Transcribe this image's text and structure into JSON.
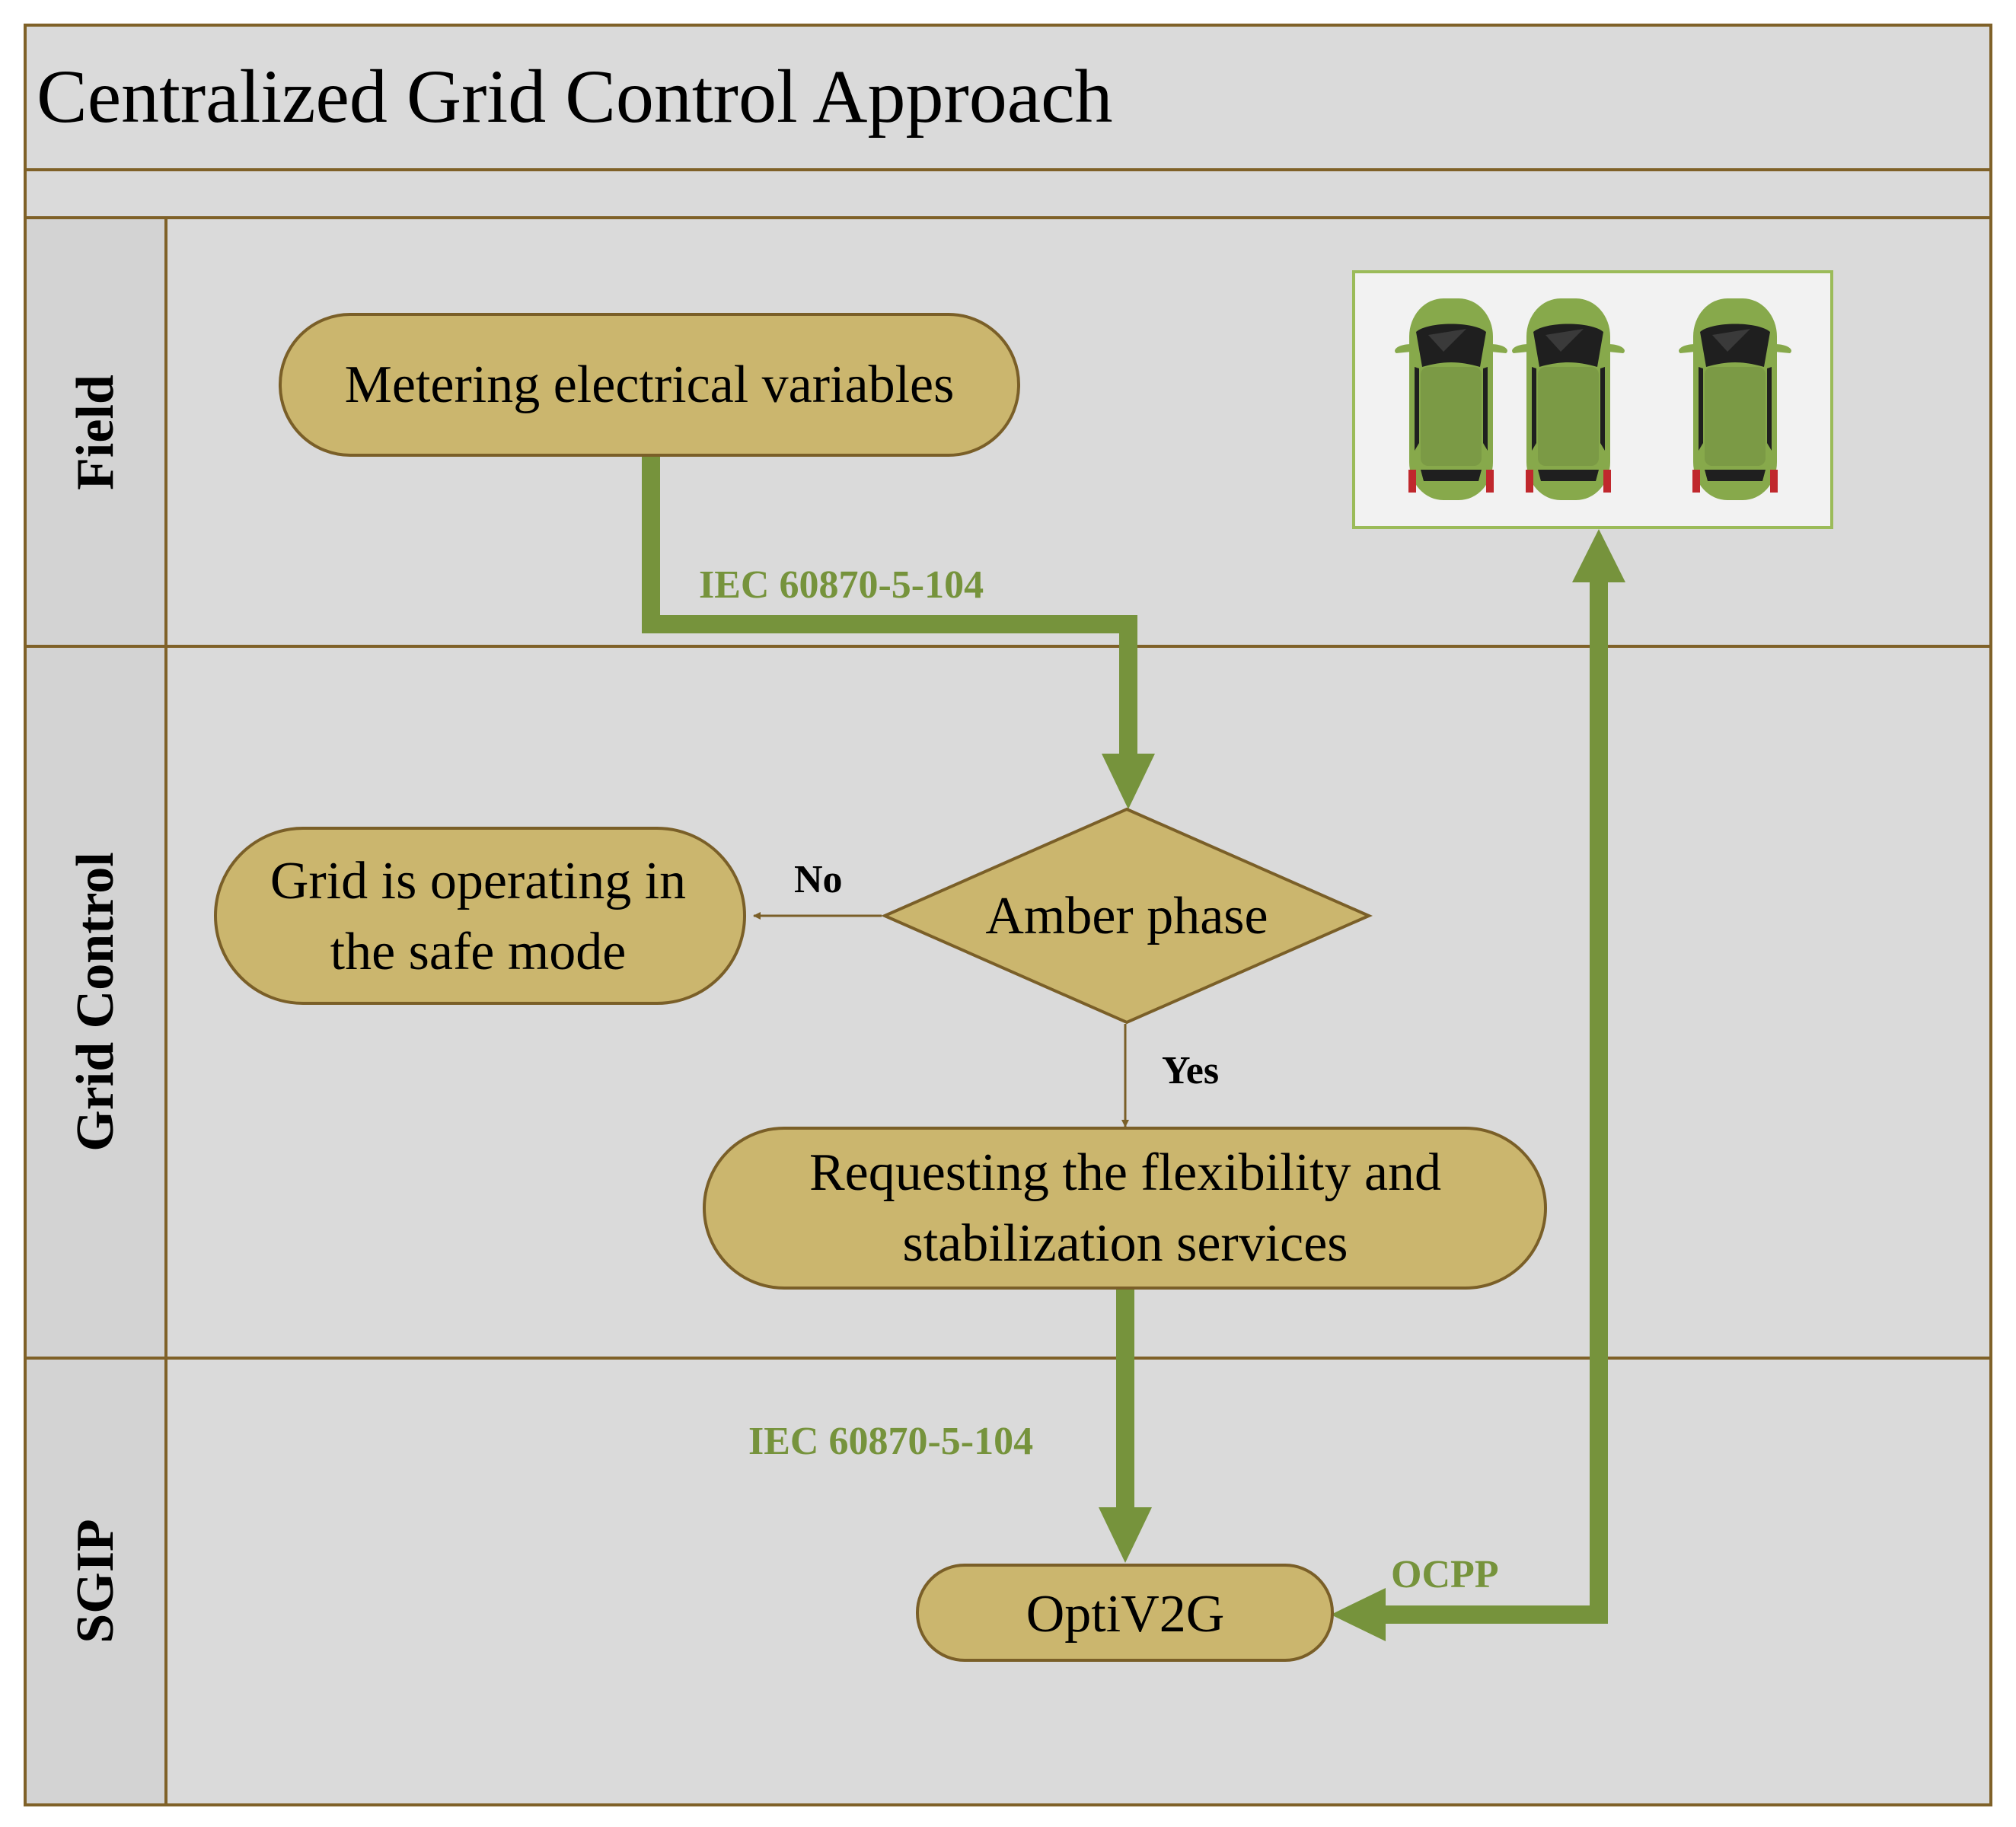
{
  "title": "Centralized Grid Control Approach",
  "lanes": [
    {
      "label": "Field"
    },
    {
      "label": "Grid Control"
    },
    {
      "label": "SGIP"
    }
  ],
  "nodes": {
    "metering": "Metering electrical variables",
    "amber": "Amber phase",
    "safe_mode": [
      "Grid is operating in",
      "the safe mode"
    ],
    "requesting": [
      "Requesting the flexibility and",
      "stabilization services"
    ],
    "optiv2g": "OptiV2G"
  },
  "edge_labels": {
    "iec_top": "IEC 60870-5-104",
    "iec_bottom": "IEC 60870-5-104",
    "ocpp": "OCPP",
    "no": "No",
    "yes": "Yes"
  },
  "colors": {
    "background": "#dadada",
    "border": "#7f6128",
    "node_fill": "#cbb66e",
    "node_stroke": "#7a5f28",
    "green": "#76933c",
    "car_body": "#87a94b",
    "car_roof": "#7b9a45",
    "glass": "#1f1f1f",
    "panel": "#f2f2f2",
    "panel_border": "#9bbb59"
  },
  "icons": [
    "car-icon",
    "car-icon",
    "car-icon"
  ]
}
